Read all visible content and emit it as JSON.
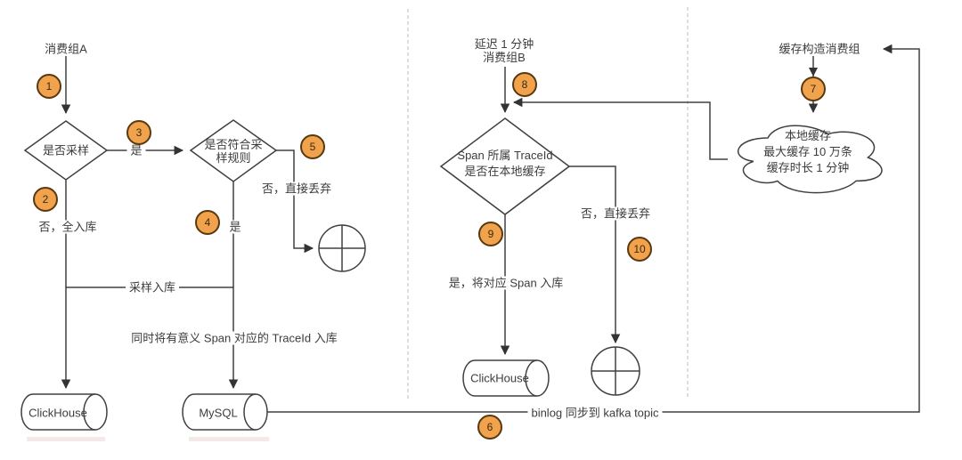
{
  "colors": {
    "badge_fill": "#F0A24C",
    "badge_border": "#59390F",
    "line": "#404040",
    "text": "#3C3C3C",
    "divider": "#BDBDBD"
  },
  "badges": [
    "1",
    "2",
    "3",
    "4",
    "5",
    "6",
    "7",
    "8",
    "9",
    "10"
  ],
  "left_flow": {
    "consumer_group": "消费组A",
    "decision_sample": "是否采样",
    "decision_rule_line1": "是否符合采",
    "decision_rule_line2": "样规则",
    "edge_yes_1": "是",
    "edge_yes_2": "是",
    "edge_no_full_store": "否，全入库",
    "edge_no_discard": "否，直接丢弃",
    "edge_sample_store": "采样入库",
    "edge_traceid_store": "同时将有意义 Span 对应的 TraceId 入库",
    "db_clickhouse": "ClickHouse",
    "db_mysql": "MySQL"
  },
  "middle_flow": {
    "consumer_group_line1": "延迟 1 分钟",
    "consumer_group_line2": "消费组B",
    "decision_cache_line1": "Span 所属 TraceId",
    "decision_cache_line2": "是否在本地缓存",
    "edge_yes_store": "是，将对应 Span 入库",
    "edge_no_discard": "否，直接丢弃",
    "db_clickhouse": "ClickHouse"
  },
  "right_flow": {
    "consumer_group": "缓存构造消费组",
    "cloud_line1": "本地缓存",
    "cloud_line2": "最大缓存 10 万条",
    "cloud_line3": "缓存时长 1 分钟"
  },
  "bottom": {
    "edge_binlog": "binlog 同步到 kafka topic"
  }
}
